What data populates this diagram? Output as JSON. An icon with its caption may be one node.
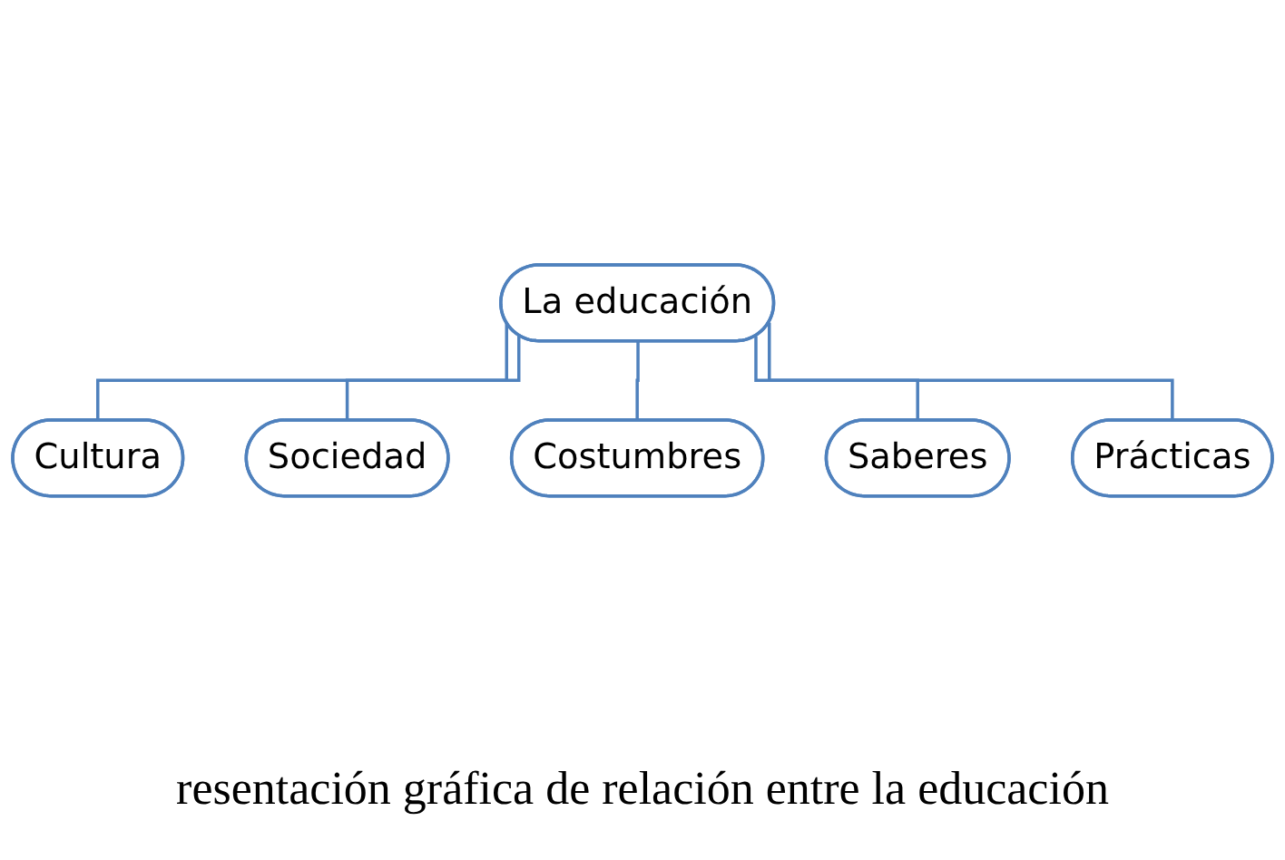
{
  "diagram": {
    "caption": "resentación gráfica de relación entre la educación",
    "nodes": [
      {
        "text": [
          "La educación"
        ]
      },
      {
        "text": [
          "Cultura"
        ]
      },
      {
        "text": [
          "Sociedad"
        ]
      },
      {
        "text": [
          "Costumbres"
        ]
      },
      {
        "text": [
          "Saberes"
        ]
      },
      {
        "text": [
          "Prácticas"
        ]
      }
    ],
    "edges": [
      {
        "from": 0,
        "to": 1,
        "arrow": "none"
      },
      {
        "from": 0,
        "to": 2,
        "arrow": "none"
      },
      {
        "from": 0,
        "to": 3,
        "arrow": "none"
      },
      {
        "from": 0,
        "to": 4,
        "arrow": "none"
      },
      {
        "from": 0,
        "to": 5,
        "arrow": "none"
      }
    ]
  }
}
